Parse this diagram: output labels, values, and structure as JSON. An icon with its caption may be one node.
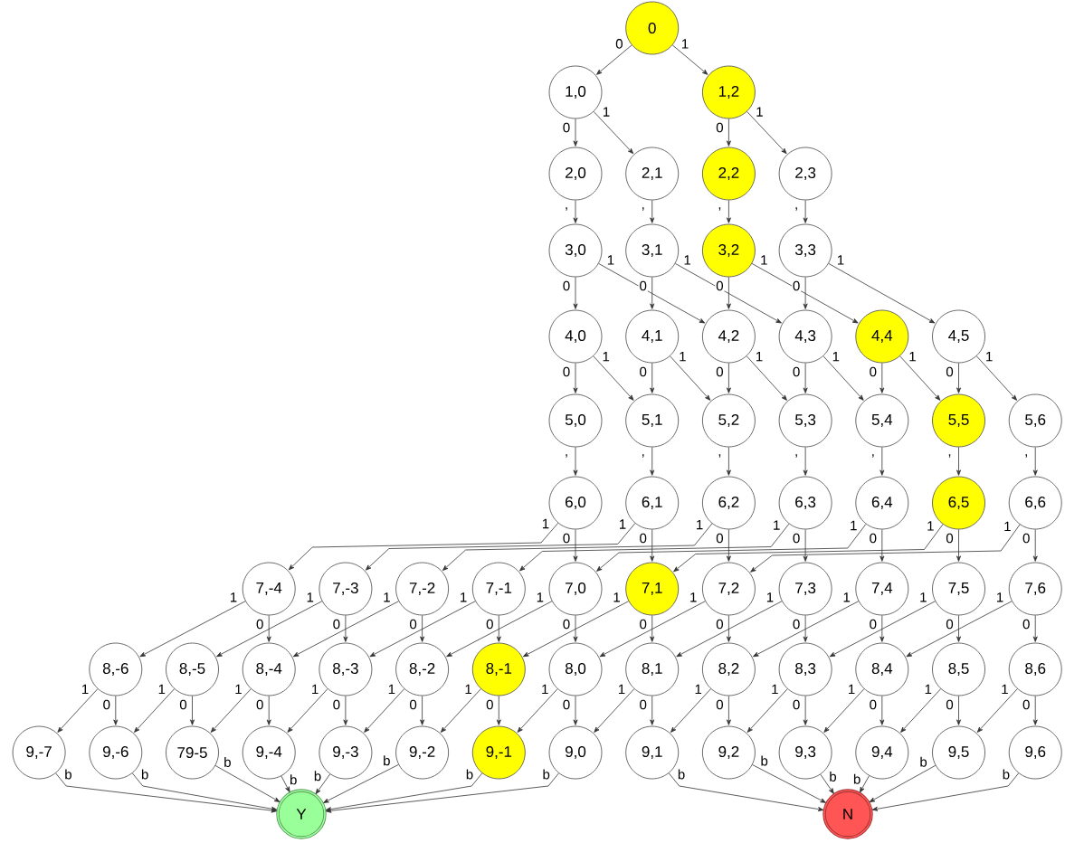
{
  "diagram": {
    "nodes": [
      {
        "text": [
          "0"
        ]
      },
      {
        "text": [
          "1,0"
        ]
      },
      {
        "text": [
          "1,2"
        ]
      },
      {
        "text": [
          "2,0"
        ]
      },
      {
        "text": [
          "2,1"
        ]
      },
      {
        "text": [
          "2,2"
        ]
      },
      {
        "text": [
          "2,3"
        ]
      },
      {
        "text": [
          "3,0"
        ]
      },
      {
        "text": [
          "3,1"
        ]
      },
      {
        "text": [
          "3,2"
        ]
      },
      {
        "text": [
          "3,3"
        ]
      },
      {
        "text": [
          "4,0"
        ]
      },
      {
        "text": [
          "4,1"
        ]
      },
      {
        "text": [
          "4,2"
        ]
      },
      {
        "text": [
          "4,3"
        ]
      },
      {
        "text": [
          "4,4"
        ]
      },
      {
        "text": [
          "4,5"
        ]
      },
      {
        "text": [
          "5,0"
        ]
      },
      {
        "text": [
          "5,1"
        ]
      },
      {
        "text": [
          "5,2"
        ]
      },
      {
        "text": [
          "5,3"
        ]
      },
      {
        "text": [
          "5,4"
        ]
      },
      {
        "text": [
          "5,5"
        ]
      },
      {
        "text": [
          "5,6"
        ]
      },
      {
        "text": [
          "6,0"
        ]
      },
      {
        "text": [
          "6,1"
        ]
      },
      {
        "text": [
          "6,2"
        ]
      },
      {
        "text": [
          "6,3"
        ]
      },
      {
        "text": [
          "6,4"
        ]
      },
      {
        "text": [
          "6,5"
        ]
      },
      {
        "text": [
          "6,6"
        ]
      },
      {
        "text": [
          "7,-4"
        ]
      },
      {
        "text": [
          "7,-3"
        ]
      },
      {
        "text": [
          "7,-2"
        ]
      },
      {
        "text": [
          "7,-1"
        ]
      },
      {
        "text": [
          "7,0"
        ]
      },
      {
        "text": [
          "7,1"
        ]
      },
      {
        "text": [
          "7,2"
        ]
      },
      {
        "text": [
          "7,3"
        ]
      },
      {
        "text": [
          "7,4"
        ]
      },
      {
        "text": [
          "7,5"
        ]
      },
      {
        "text": [
          "7,6"
        ]
      },
      {
        "text": [
          "8,-6"
        ]
      },
      {
        "text": [
          "8,-5"
        ]
      },
      {
        "text": [
          "8,-4"
        ]
      },
      {
        "text": [
          "8,-3"
        ]
      },
      {
        "text": [
          "8,-2"
        ]
      },
      {
        "text": [
          "8,-1"
        ]
      },
      {
        "text": [
          "8,0"
        ]
      },
      {
        "text": [
          "8,1"
        ]
      },
      {
        "text": [
          "8,2"
        ]
      },
      {
        "text": [
          "8,3"
        ]
      },
      {
        "text": [
          "8,4"
        ]
      },
      {
        "text": [
          "8,5"
        ]
      },
      {
        "text": [
          "8,6"
        ]
      },
      {
        "text": [
          "9,-7"
        ]
      },
      {
        "text": [
          "9,-6"
        ]
      },
      {
        "text": [
          "79-5"
        ]
      },
      {
        "text": [
          "9,-4"
        ]
      },
      {
        "text": [
          "9,-3"
        ]
      },
      {
        "text": [
          "9,-2"
        ]
      },
      {
        "text": [
          "9,-1"
        ]
      },
      {
        "text": [
          "9,0"
        ]
      },
      {
        "text": [
          "9,1"
        ]
      },
      {
        "text": [
          "9,2"
        ]
      },
      {
        "text": [
          "9,3"
        ]
      },
      {
        "text": [
          "9,4"
        ]
      },
      {
        "text": [
          "9,5"
        ]
      },
      {
        "text": [
          "9,6"
        ]
      },
      {
        "text": [
          "Y"
        ]
      },
      {
        "text": [
          "N"
        ]
      }
    ],
    "edges": [
      {
        "from": 0,
        "to": 1,
        "arrow": "to",
        "label": "0"
      },
      {
        "from": 0,
        "to": 2,
        "arrow": "to",
        "label": "1"
      },
      {
        "from": 1,
        "to": 3,
        "arrow": "to",
        "label": "0"
      },
      {
        "from": 1,
        "to": 4,
        "arrow": "to",
        "label": "1"
      },
      {
        "from": 2,
        "to": 5,
        "arrow": "to",
        "label": "0"
      },
      {
        "from": 2,
        "to": 6,
        "arrow": "to",
        "label": "1"
      },
      {
        "from": 3,
        "to": 7,
        "arrow": "to",
        "label": ","
      },
      {
        "from": 4,
        "to": 8,
        "arrow": "to",
        "label": ","
      },
      {
        "from": 5,
        "to": 9,
        "arrow": "to",
        "label": ","
      },
      {
        "from": 6,
        "to": 10,
        "arrow": "to",
        "label": ","
      },
      {
        "from": 7,
        "to": 11,
        "arrow": "to",
        "label": "0"
      },
      {
        "from": 7,
        "to": 13,
        "arrow": "to",
        "label": "1"
      },
      {
        "from": 8,
        "to": 12,
        "arrow": "to",
        "label": "0"
      },
      {
        "from": 8,
        "to": 14,
        "arrow": "to",
        "label": "1"
      },
      {
        "from": 9,
        "to": 13,
        "arrow": "to",
        "label": "0"
      },
      {
        "from": 9,
        "to": 15,
        "arrow": "to",
        "label": "1"
      },
      {
        "from": 10,
        "to": 14,
        "arrow": "to",
        "label": "0"
      },
      {
        "from": 10,
        "to": 16,
        "arrow": "to",
        "label": "1"
      },
      {
        "from": 11,
        "to": 17,
        "arrow": "to",
        "label": "0"
      },
      {
        "from": 11,
        "to": 18,
        "arrow": "to",
        "label": "1"
      },
      {
        "from": 12,
        "to": 18,
        "arrow": "to",
        "label": "0"
      },
      {
        "from": 12,
        "to": 19,
        "arrow": "to",
        "label": "1"
      },
      {
        "from": 13,
        "to": 19,
        "arrow": "to",
        "label": "0"
      },
      {
        "from": 13,
        "to": 20,
        "arrow": "to",
        "label": "1"
      },
      {
        "from": 14,
        "to": 20,
        "arrow": "to",
        "label": "0"
      },
      {
        "from": 14,
        "to": 21,
        "arrow": "to",
        "label": "1"
      },
      {
        "from": 15,
        "to": 21,
        "arrow": "to",
        "label": "0"
      },
      {
        "from": 15,
        "to": 22,
        "arrow": "to",
        "label": "1"
      },
      {
        "from": 16,
        "to": 22,
        "arrow": "to",
        "label": "0"
      },
      {
        "from": 16,
        "to": 23,
        "arrow": "to",
        "label": "1"
      },
      {
        "from": 17,
        "to": 24,
        "arrow": "to",
        "label": ","
      },
      {
        "from": 18,
        "to": 25,
        "arrow": "to",
        "label": ","
      },
      {
        "from": 19,
        "to": 26,
        "arrow": "to",
        "label": ","
      },
      {
        "from": 20,
        "to": 27,
        "arrow": "to",
        "label": ","
      },
      {
        "from": 21,
        "to": 28,
        "arrow": "to",
        "label": ","
      },
      {
        "from": 22,
        "to": 29,
        "arrow": "to",
        "label": ","
      },
      {
        "from": 23,
        "to": 30,
        "arrow": "to",
        "label": ","
      },
      {
        "from": 24,
        "to": 35,
        "arrow": "to",
        "label": "0"
      },
      {
        "from": 24,
        "to": 31,
        "arrow": "to",
        "label": "1"
      },
      {
        "from": 25,
        "to": 36,
        "arrow": "to",
        "label": "0"
      },
      {
        "from": 25,
        "to": 32,
        "arrow": "to",
        "label": "1"
      },
      {
        "from": 26,
        "to": 37,
        "arrow": "to",
        "label": "0"
      },
      {
        "from": 26,
        "to": 33,
        "arrow": "to",
        "label": "1"
      },
      {
        "from": 27,
        "to": 38,
        "arrow": "to",
        "label": "0"
      },
      {
        "from": 27,
        "to": 34,
        "arrow": "to",
        "label": "1"
      },
      {
        "from": 28,
        "to": 39,
        "arrow": "to",
        "label": "0"
      },
      {
        "from": 28,
        "to": 35,
        "arrow": "to",
        "label": "1"
      },
      {
        "from": 29,
        "to": 40,
        "arrow": "to",
        "label": "0"
      },
      {
        "from": 29,
        "to": 36,
        "arrow": "to",
        "label": "1"
      },
      {
        "from": 30,
        "to": 41,
        "arrow": "to",
        "label": "0"
      },
      {
        "from": 30,
        "to": 37,
        "arrow": "to",
        "label": "1"
      },
      {
        "from": 31,
        "to": 44,
        "arrow": "to",
        "label": "0"
      },
      {
        "from": 31,
        "to": 42,
        "arrow": "to",
        "label": "1"
      },
      {
        "from": 32,
        "to": 45,
        "arrow": "to",
        "label": "0"
      },
      {
        "from": 32,
        "to": 43,
        "arrow": "to",
        "label": "1"
      },
      {
        "from": 33,
        "to": 46,
        "arrow": "to",
        "label": "0"
      },
      {
        "from": 33,
        "to": 44,
        "arrow": "to",
        "label": "1"
      },
      {
        "from": 34,
        "to": 47,
        "arrow": "to",
        "label": "0"
      },
      {
        "from": 34,
        "to": 45,
        "arrow": "to",
        "label": "1"
      },
      {
        "from": 35,
        "to": 48,
        "arrow": "to",
        "label": "0"
      },
      {
        "from": 35,
        "to": 46,
        "arrow": "to",
        "label": "1"
      },
      {
        "from": 36,
        "to": 49,
        "arrow": "to",
        "label": "0"
      },
      {
        "from": 36,
        "to": 47,
        "arrow": "to",
        "label": "1"
      },
      {
        "from": 37,
        "to": 50,
        "arrow": "to",
        "label": "0"
      },
      {
        "from": 37,
        "to": 48,
        "arrow": "to",
        "label": "1"
      },
      {
        "from": 38,
        "to": 51,
        "arrow": "to",
        "label": "0"
      },
      {
        "from": 38,
        "to": 49,
        "arrow": "to",
        "label": "1"
      },
      {
        "from": 39,
        "to": 52,
        "arrow": "to",
        "label": "0"
      },
      {
        "from": 39,
        "to": 50,
        "arrow": "to",
        "label": "1"
      },
      {
        "from": 40,
        "to": 53,
        "arrow": "to",
        "label": "0"
      },
      {
        "from": 40,
        "to": 51,
        "arrow": "to",
        "label": "1"
      },
      {
        "from": 41,
        "to": 54,
        "arrow": "to",
        "label": "0"
      },
      {
        "from": 41,
        "to": 52,
        "arrow": "to",
        "label": "1"
      },
      {
        "from": 42,
        "to": 56,
        "arrow": "to",
        "label": "0"
      },
      {
        "from": 42,
        "to": 55,
        "arrow": "to",
        "label": "1"
      },
      {
        "from": 43,
        "to": 57,
        "arrow": "to",
        "label": "0"
      },
      {
        "from": 43,
        "to": 56,
        "arrow": "to",
        "label": "1"
      },
      {
        "from": 44,
        "to": 58,
        "arrow": "to",
        "label": "0"
      },
      {
        "from": 44,
        "to": 57,
        "arrow": "to",
        "label": "1"
      },
      {
        "from": 45,
        "to": 59,
        "arrow": "to",
        "label": "0"
      },
      {
        "from": 45,
        "to": 58,
        "arrow": "to",
        "label": "1"
      },
      {
        "from": 46,
        "to": 60,
        "arrow": "to",
        "label": "0"
      },
      {
        "from": 46,
        "to": 59,
        "arrow": "to",
        "label": "1"
      },
      {
        "from": 47,
        "to": 61,
        "arrow": "to",
        "label": "0"
      },
      {
        "from": 47,
        "to": 60,
        "arrow": "to",
        "label": "1"
      },
      {
        "from": 48,
        "to": 62,
        "arrow": "to",
        "label": "0"
      },
      {
        "from": 48,
        "to": 61,
        "arrow": "to",
        "label": "1"
      },
      {
        "from": 49,
        "to": 63,
        "arrow": "to",
        "label": "0"
      },
      {
        "from": 49,
        "to": 62,
        "arrow": "to",
        "label": "1"
      },
      {
        "from": 50,
        "to": 64,
        "arrow": "to",
        "label": "0"
      },
      {
        "from": 50,
        "to": 63,
        "arrow": "to",
        "label": "1"
      },
      {
        "from": 51,
        "to": 65,
        "arrow": "to",
        "label": "0"
      },
      {
        "from": 51,
        "to": 64,
        "arrow": "to",
        "label": "1"
      },
      {
        "from": 52,
        "to": 66,
        "arrow": "to",
        "label": "0"
      },
      {
        "from": 52,
        "to": 65,
        "arrow": "to",
        "label": "1"
      },
      {
        "from": 53,
        "to": 67,
        "arrow": "to",
        "label": "0"
      },
      {
        "from": 53,
        "to": 66,
        "arrow": "to",
        "label": "1"
      },
      {
        "from": 54,
        "to": 68,
        "arrow": "to",
        "label": "0"
      },
      {
        "from": 54,
        "to": 67,
        "arrow": "to",
        "label": "1"
      },
      {
        "from": 55,
        "to": 69,
        "arrow": "to",
        "label": "b"
      },
      {
        "from": 56,
        "to": 69,
        "arrow": "to",
        "label": "b"
      },
      {
        "from": 57,
        "to": 69,
        "arrow": "to",
        "label": "b"
      },
      {
        "from": 58,
        "to": 69,
        "arrow": "to",
        "label": "b"
      },
      {
        "from": 59,
        "to": 69,
        "arrow": "to",
        "label": "b"
      },
      {
        "from": 60,
        "to": 69,
        "arrow": "to",
        "label": "b"
      },
      {
        "from": 61,
        "to": 69,
        "arrow": "to",
        "label": "b"
      },
      {
        "from": 62,
        "to": 69,
        "arrow": "to",
        "label": "b"
      },
      {
        "from": 63,
        "to": 70,
        "arrow": "to",
        "label": "b"
      },
      {
        "from": 64,
        "to": 70,
        "arrow": "to",
        "label": "b"
      },
      {
        "from": 65,
        "to": 70,
        "arrow": "to",
        "label": "b"
      },
      {
        "from": 66,
        "to": 70,
        "arrow": "to",
        "label": "b"
      },
      {
        "from": 67,
        "to": 70,
        "arrow": "to",
        "label": "b"
      },
      {
        "from": 68,
        "to": 70,
        "arrow": "to",
        "label": "b"
      }
    ]
  }
}
